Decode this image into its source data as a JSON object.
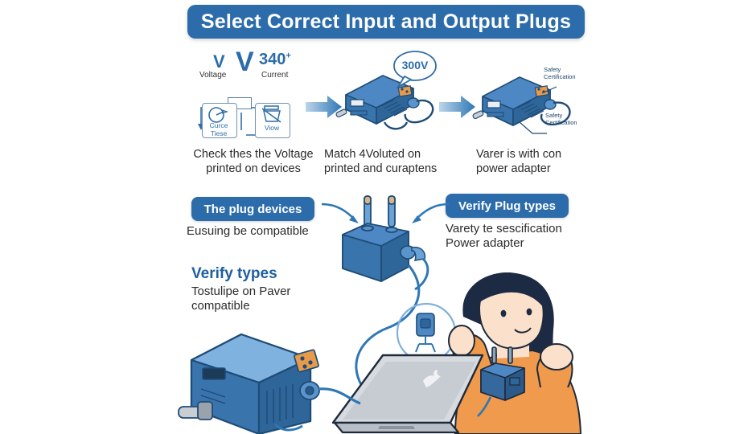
{
  "page": {
    "title": "Select Correct Input and Output Plugs",
    "background_color": "#ffffff",
    "accent_blue": "#2c6cab",
    "heading_blue": "#1f5f9e",
    "sweater_orange": "#ef9a4d",
    "device_blue": "#3d7fbf"
  },
  "steps": [
    {
      "id": "step-1",
      "marks": {
        "v_small": "V",
        "v_small_label": "Voltage",
        "v_big": "V",
        "number": "340",
        "number_sup": "+",
        "number_label": "Current"
      },
      "node_labels": {
        "left_box": "Curce\nTiese",
        "right_box": "Viow"
      },
      "caption": "Check thes the Voltage\nprinted on devices"
    },
    {
      "id": "step-2",
      "callout": "300V",
      "caption": "Match 4Voluted on\nprinted and curaptens"
    },
    {
      "id": "step-3",
      "annotation_top": "Safety\nCertification",
      "annotation_bottom": "Safety\nCertification",
      "caption": "Varer is with con\npower adapter"
    }
  ],
  "middle": {
    "left_badge": "The plug devices",
    "left_sub": "Eusuing be compatible",
    "right_badge": "Verify Plug types",
    "right_sub": "Varety te sescification\nPower adapter"
  },
  "lower": {
    "heading": "Verify types",
    "body": "Tostulipe on Paver\ncompatible"
  },
  "icons": {
    "arrow_right": "arrow-right-icon",
    "curved_arrow": "curved-arrow-icon",
    "power_brick": "power-adapter-icon",
    "plug": "plug-icon",
    "laptop": "laptop-icon",
    "person": "person-icon"
  }
}
